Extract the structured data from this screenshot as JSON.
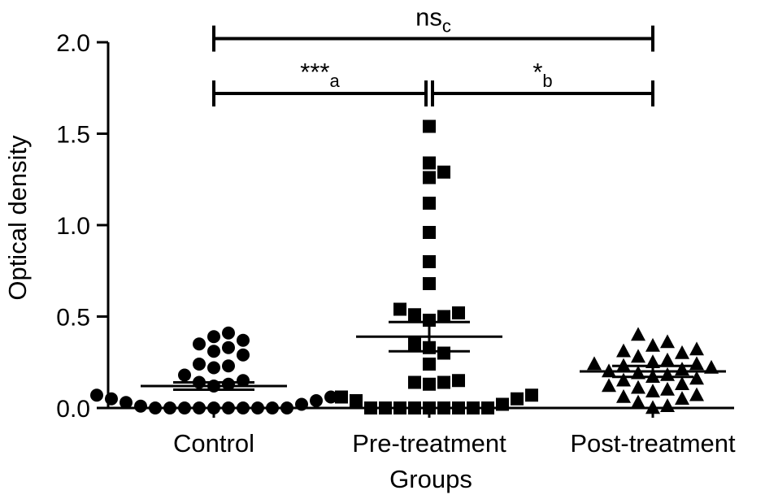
{
  "chart_data": {
    "type": "scatter",
    "xlabel": "Groups",
    "ylabel": "Optical density",
    "ylim": [
      0,
      2.0
    ],
    "yticks": [
      "0.0",
      "0.5",
      "1.0",
      "1.5",
      "2.0"
    ],
    "grid": false,
    "categories": [
      "Control",
      "Pre-treatment",
      "Post-treatment"
    ],
    "groups": [
      {
        "category": "Control",
        "marker": "circle",
        "mean": 0.12,
        "sem_upper": 0.14,
        "sem_lower": 0.1,
        "values": [
          0.41,
          0.39,
          0.37,
          0.35,
          0.33,
          0.31,
          0.29,
          0.24,
          0.23,
          0.22,
          0.18,
          0.15,
          0.14,
          0.13,
          0.12,
          0.07,
          0.06,
          0.05,
          0.04,
          0.03,
          0.02,
          0.01,
          0.0,
          0.0,
          0.0,
          0.0,
          0.0,
          0.0,
          0.0,
          0.0,
          0.0,
          0.0
        ]
      },
      {
        "category": "Pre-treatment",
        "marker": "square",
        "mean": 0.39,
        "sem_upper": 0.47,
        "sem_lower": 0.31,
        "values": [
          1.54,
          1.34,
          1.29,
          1.26,
          1.12,
          0.96,
          0.8,
          0.68,
          0.54,
          0.52,
          0.51,
          0.5,
          0.48,
          0.35,
          0.33,
          0.3,
          0.24,
          0.15,
          0.14,
          0.14,
          0.13,
          0.07,
          0.06,
          0.05,
          0.04,
          0.02,
          0.0,
          0.0,
          0.0,
          0.0,
          0.0,
          0.0,
          0.0,
          0.0,
          0.0
        ]
      },
      {
        "category": "Post-treatment",
        "marker": "triangle",
        "mean": 0.2,
        "sem_upper": 0.23,
        "sem_lower": 0.17,
        "values": [
          0.4,
          0.36,
          0.34,
          0.32,
          0.31,
          0.3,
          0.28,
          0.26,
          0.25,
          0.24,
          0.24,
          0.23,
          0.22,
          0.21,
          0.2,
          0.19,
          0.18,
          0.17,
          0.16,
          0.15,
          0.13,
          0.12,
          0.11,
          0.1,
          0.09,
          0.07,
          0.06,
          0.05,
          0.03,
          0.01,
          0.0
        ]
      }
    ],
    "significance": [
      {
        "from": "Control",
        "to": "Post-treatment",
        "label": "ns",
        "sub": "c",
        "level": 2.02
      },
      {
        "from": "Control",
        "to": "Pre-treatment",
        "label": "***",
        "sub": "a",
        "level": 1.72
      },
      {
        "from": "Pre-treatment",
        "to": "Post-treatment",
        "label": "*",
        "sub": "b",
        "level": 1.72
      }
    ]
  }
}
